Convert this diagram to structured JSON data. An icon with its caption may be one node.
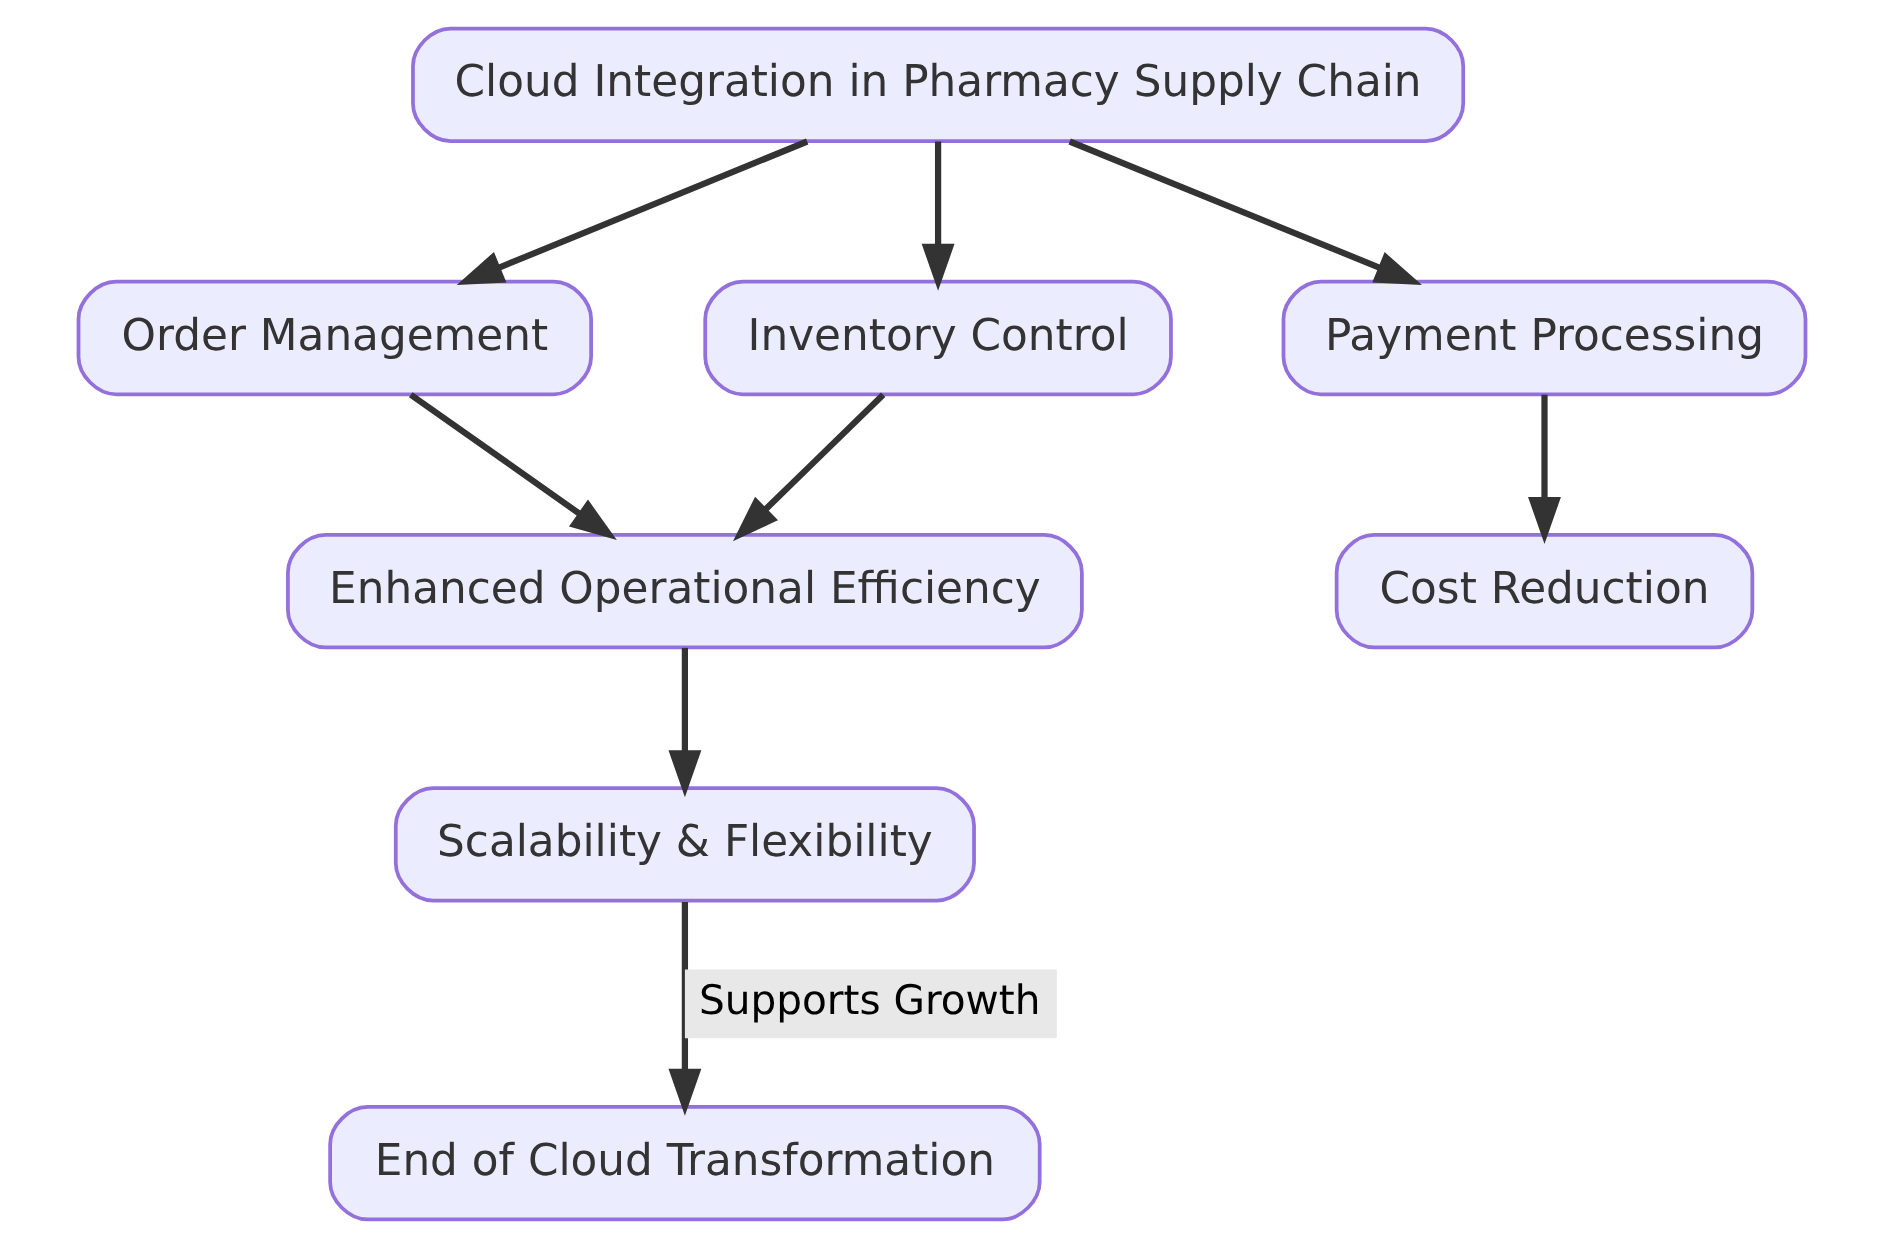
{
  "diagram": {
    "nodes": [
      {
        "text": [
          "Cloud Integration in Pharmacy Supply Chain"
        ]
      },
      {
        "text": [
          "Order Management"
        ]
      },
      {
        "text": [
          "Inventory Control"
        ]
      },
      {
        "text": [
          "Payment Processing"
        ]
      },
      {
        "text": [
          "Enhanced Operational Efficiency"
        ]
      },
      {
        "text": [
          "Cost Reduction"
        ]
      },
      {
        "text": [
          "Scalability & Flexibility"
        ]
      },
      {
        "text": [
          "End of Cloud Transformation"
        ]
      }
    ],
    "edges": [
      {
        "from": 0,
        "to": 1,
        "arrow": "to"
      },
      {
        "from": 0,
        "to": 2,
        "arrow": "to"
      },
      {
        "from": 0,
        "to": 3,
        "arrow": "to"
      },
      {
        "from": 1,
        "to": 4,
        "arrow": "to"
      },
      {
        "from": 2,
        "to": 4,
        "arrow": "to"
      },
      {
        "from": 3,
        "to": 5,
        "arrow": "to"
      },
      {
        "from": 4,
        "to": 6,
        "arrow": "to"
      },
      {
        "from": 6,
        "to": 7,
        "label": "Supports Growth",
        "arrow": "to"
      }
    ]
  }
}
